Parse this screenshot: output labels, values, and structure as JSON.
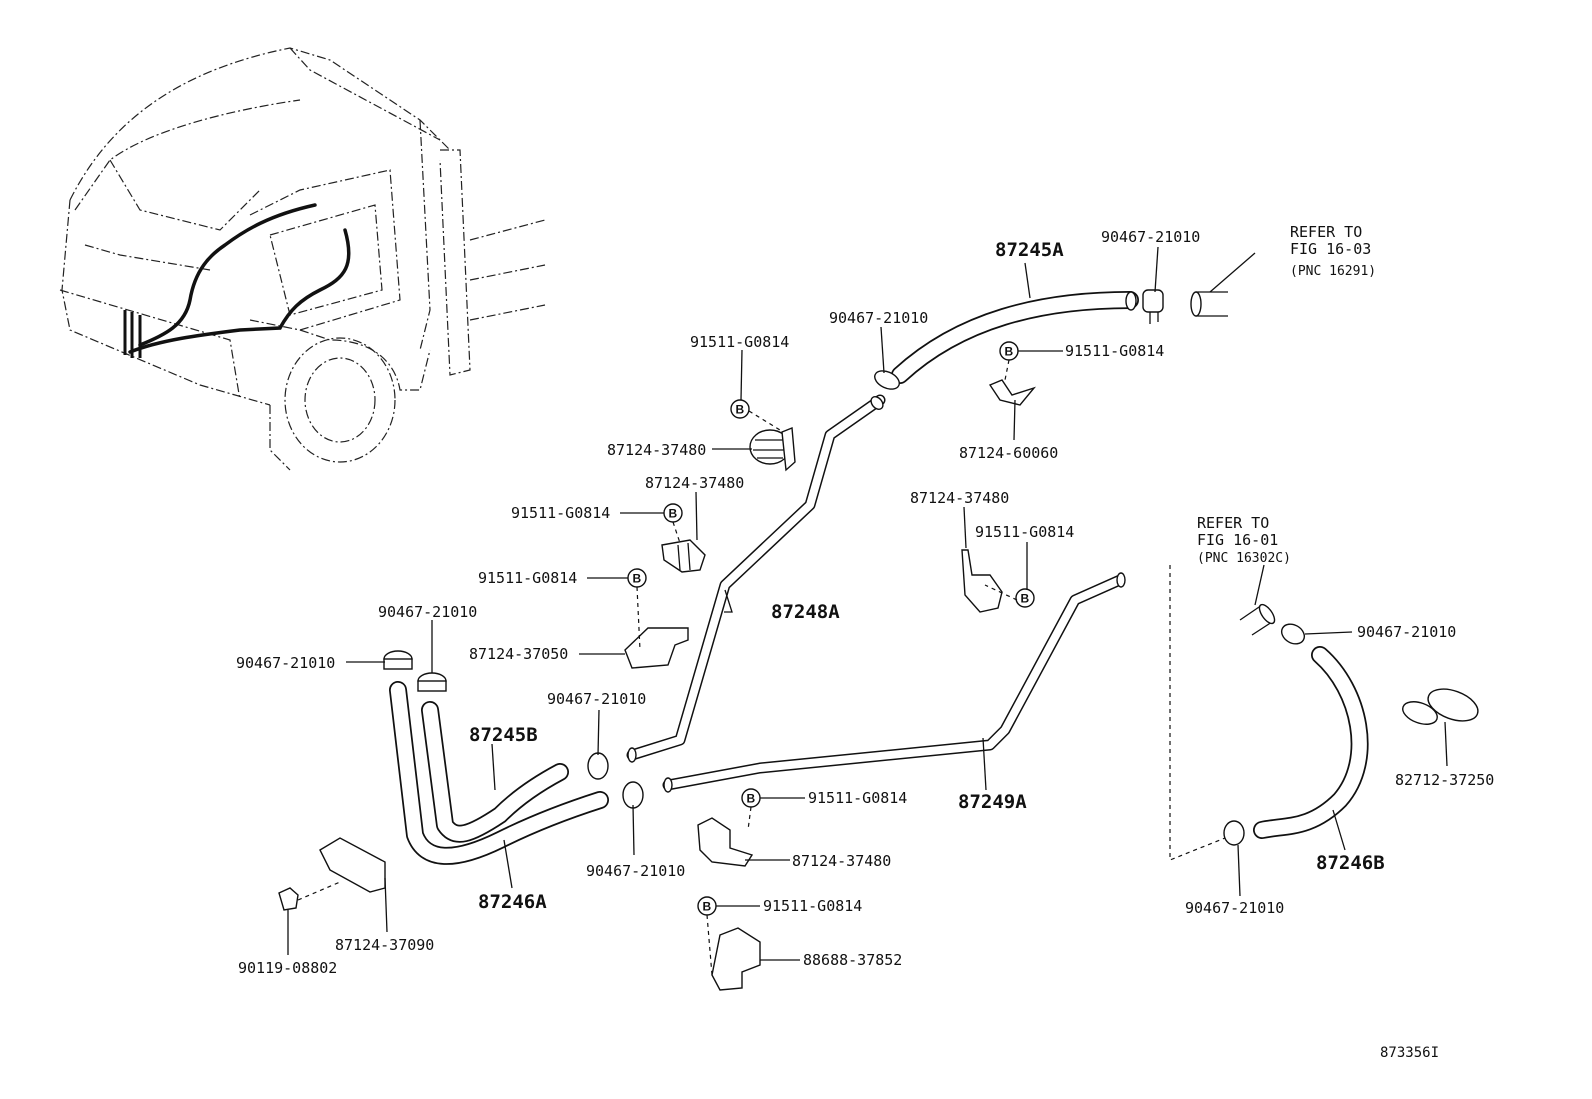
{
  "figure_code": "873356I",
  "refs": {
    "top": {
      "line1": "REFER TO",
      "line2": "FIG 16-03",
      "line3": "(PNC 16291)"
    },
    "mid": {
      "line1": "REFER TO",
      "line2": "FIG 16-01",
      "line3": "(PNC 16302C)"
    }
  },
  "bolt_badge": "B",
  "labels": {
    "p87245A": "87245A",
    "p87245B": "87245B",
    "p87246A": "87246A",
    "p87246B": "87246B",
    "p87248A": "87248A",
    "p87249A": "87249A",
    "c_top_right": "90467-21010",
    "c_top_mid": "90467-21010",
    "c_left_a": "90467-21010",
    "c_left_b": "90467-21010",
    "c_center_top": "90467-21010",
    "c_center_bot": "90467-21010",
    "c_right_top": "90467-21010",
    "c_right_bot": "90467-21010",
    "b_top": "91511-G0814",
    "b_right": "91511-G0814",
    "b_mid1": "91511-G0814",
    "b_mid2": "91511-G0814",
    "b_rightmid": "91511-G0814",
    "b_low1": "91511-G0814",
    "b_low2": "91511-G0814",
    "k_37480_a": "87124-37480",
    "k_37480_b": "87124-37480",
    "k_37480_c": "87124-37480",
    "k_37480_d": "87124-37480",
    "k_60060": "87124-60060",
    "k_37050": "87124-37050",
    "k_37090": "87124-37090",
    "k_88688": "88688-37852",
    "k_82712": "82712-37250",
    "k_90119": "90119-08802"
  }
}
